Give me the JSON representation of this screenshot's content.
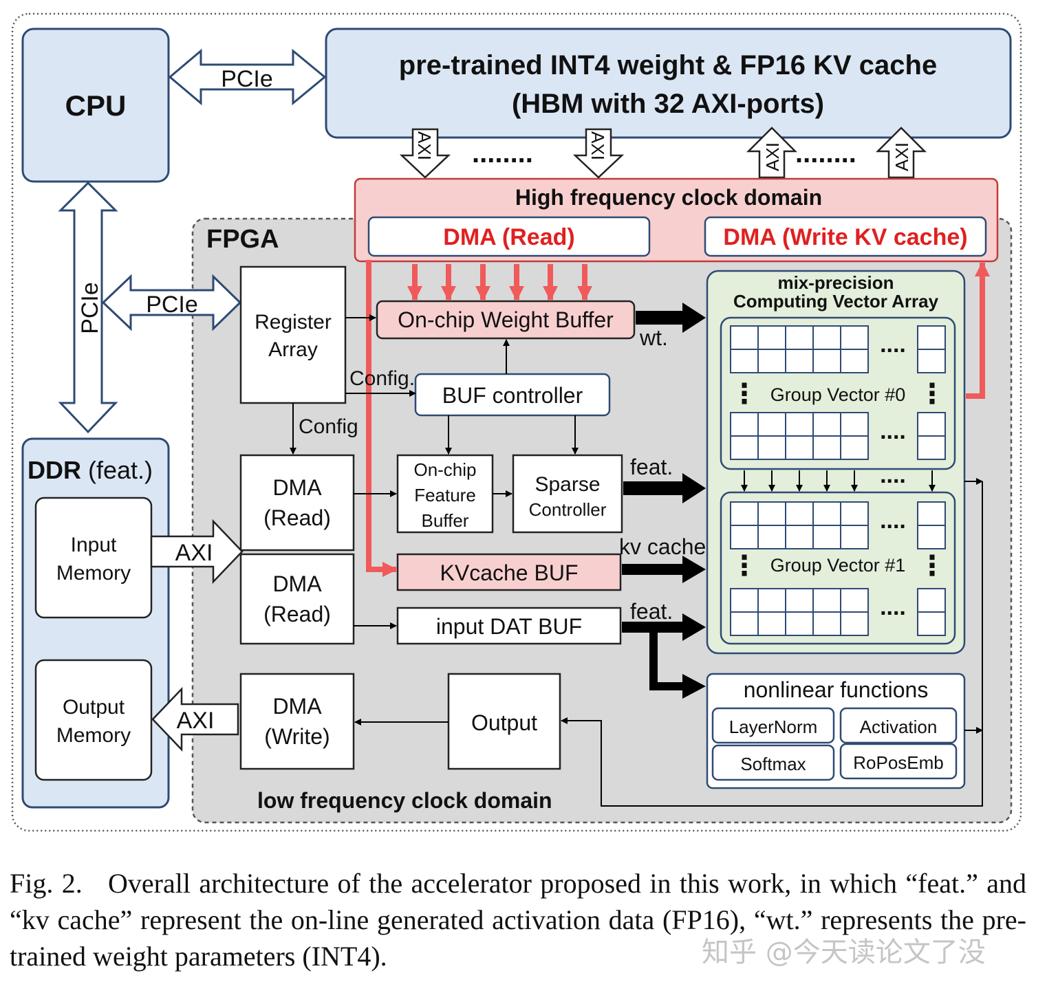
{
  "colors": {
    "blue_fill": "#dbe6f4",
    "blue_stroke": "#2e4a74",
    "fpga_fill": "#d9d9d9",
    "pink_fill": "#f8cfcf",
    "red_arrow": "#f05a5a",
    "dma_red_text": "#e02020",
    "green_fill": "#e3eedb",
    "black": "#000000"
  },
  "cpu": {
    "label": "CPU"
  },
  "hbm": {
    "line1": "pre-trained INT4 weight & FP16 KV cache",
    "line2": "(HBM with 32 AXI-ports)"
  },
  "links": {
    "pcie_top": "PCIe",
    "pcie_vertical": "PCIe",
    "pcie_fpga": "PCIe",
    "axi": "AXI",
    "axi_in": "AXI",
    "axi_out": "AXI",
    "dots": "........"
  },
  "high_freq": {
    "title": "High frequency clock domain",
    "dma_read": "DMA (Read)",
    "dma_write": "DMA (Write KV cache)"
  },
  "fpga": {
    "label": "FPGA",
    "low_freq": "low frequency clock domain"
  },
  "ddr": {
    "label_bold": "DDR",
    "label_rest": " (feat.)",
    "input_mem_1": "Input",
    "input_mem_2": "Memory",
    "output_mem_1": "Output",
    "output_mem_2": "Memory"
  },
  "blocks": {
    "register_1": "Register",
    "register_2": "Array",
    "weight_buffer": "On-chip Weight Buffer",
    "buf_controller": "BUF controller",
    "feature_buffer_1": "On-chip",
    "feature_buffer_2": "Feature",
    "feature_buffer_3": "Buffer",
    "sparse_1": "Sparse",
    "sparse_2": "Controller",
    "kvcache_buf": "KVcache BUF",
    "input_dat_buf": "input DAT BUF",
    "dma_read_1": "DMA",
    "dma_read_2": "(Read)",
    "dma_write_1": "DMA",
    "dma_write_2": "(Write)",
    "output": "Output"
  },
  "edge_labels": {
    "config_1": "Config.",
    "config_2": "Config",
    "wt": "wt.",
    "feat_1": "feat.",
    "kv_cache": "kv cache",
    "feat_2": "feat."
  },
  "array": {
    "title_1": "mix-precision",
    "title_2": "Computing Vector Array",
    "group0": "Group Vector #0",
    "group1": "Group Vector #1",
    "hdots": "....",
    "vdots": "⋮"
  },
  "nonlinear": {
    "title": "nonlinear functions",
    "items": [
      "LayerNorm",
      "Activation",
      "Softmax",
      "RoPosEmb"
    ]
  },
  "caption": {
    "text": "Fig. 2.   Overall architecture of the accelerator proposed in this work, in which “feat.” and “kv cache” represent the on-line generated activation data (FP16), “wt.” represents the pre-trained weight parameters (INT4)."
  },
  "watermark": "知乎 @今天读论文了没"
}
